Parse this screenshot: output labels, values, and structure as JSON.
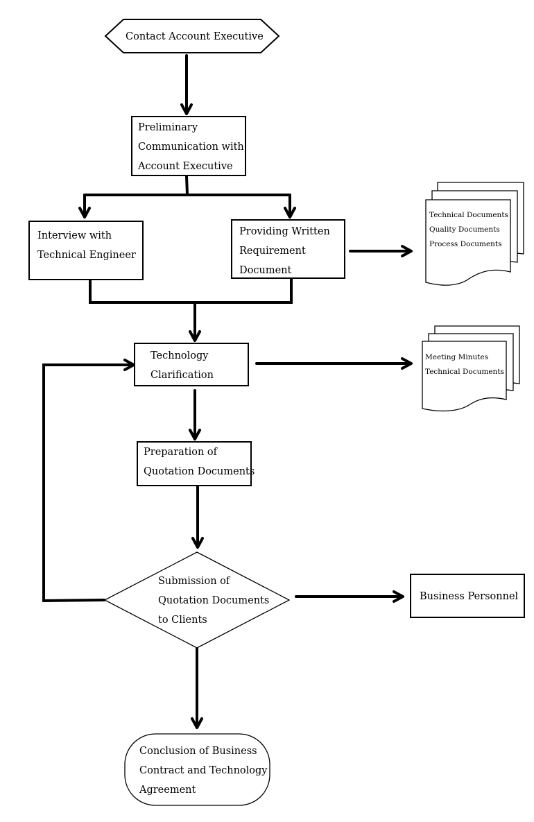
{
  "nodes": {
    "contact_ae": {
      "lines": [
        "Contact Account Executive"
      ]
    },
    "preliminary": {
      "lines": [
        "Preliminary",
        "Communication with",
        "Account Executive"
      ]
    },
    "interview": {
      "lines": [
        "Interview with",
        "Technical Engineer"
      ]
    },
    "written_req": {
      "lines": [
        "Providing Written",
        "Requirement",
        "Document"
      ]
    },
    "req_docs": {
      "lines": [
        "Technical Documents",
        "Quality Documents",
        "Process Documents"
      ]
    },
    "tech_clarification": {
      "lines": [
        "Technology",
        "Clarification"
      ]
    },
    "clar_docs": {
      "lines": [
        "Meeting Minutes",
        "Technical Documents"
      ]
    },
    "quotation_prep": {
      "lines": [
        "Preparation of",
        "Quotation Documents"
      ]
    },
    "submission": {
      "lines": [
        "Submission of",
        "Quotation Documents",
        "to Clients"
      ]
    },
    "business_personnel": {
      "lines": [
        "Business Personnel"
      ]
    },
    "conclusion": {
      "lines": [
        "Conclusion of Business",
        "Contract and Technology",
        "Agreement"
      ]
    }
  }
}
